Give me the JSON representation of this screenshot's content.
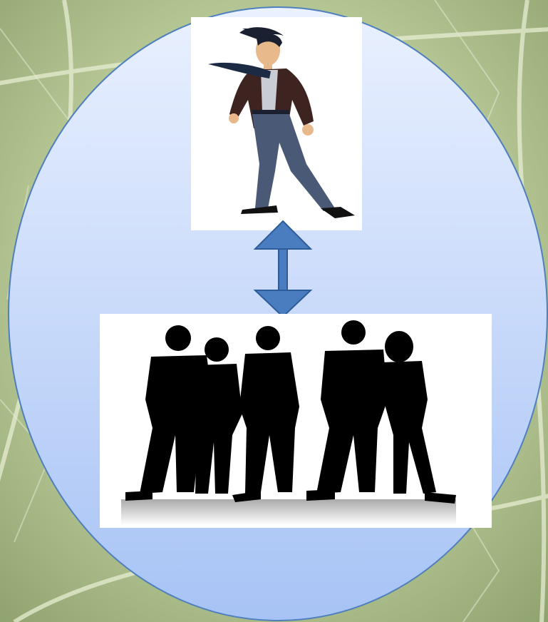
{
  "diagram": {
    "kind": "individual-to-group relationship",
    "top_figure": "businessman-illustration",
    "bottom_figure": "group-silhouette",
    "group_size": 5,
    "connector": "double-headed-arrow",
    "icons": [
      "leaf-vein-background",
      "oval-frame",
      "businessman-icon",
      "group-silhouette-icon",
      "double-arrow-icon"
    ]
  },
  "colors": {
    "background_leaf": "#b8c99a",
    "leaf_vein": "#e6edd2",
    "oval_fill_top": "#eaf1ff",
    "oval_fill_bottom": "#a7c3f5",
    "oval_stroke": "#4f7fbd",
    "arrow_fill": "#4a7dc0",
    "arrow_stroke": "#2e5c99",
    "card": "#ffffff",
    "suit": "#3e2420",
    "trousers": "#4a5a76",
    "tie": "#1c2a44",
    "skin": "#e8b98a",
    "hair": "#1b2030",
    "silhouette": "#000000"
  }
}
